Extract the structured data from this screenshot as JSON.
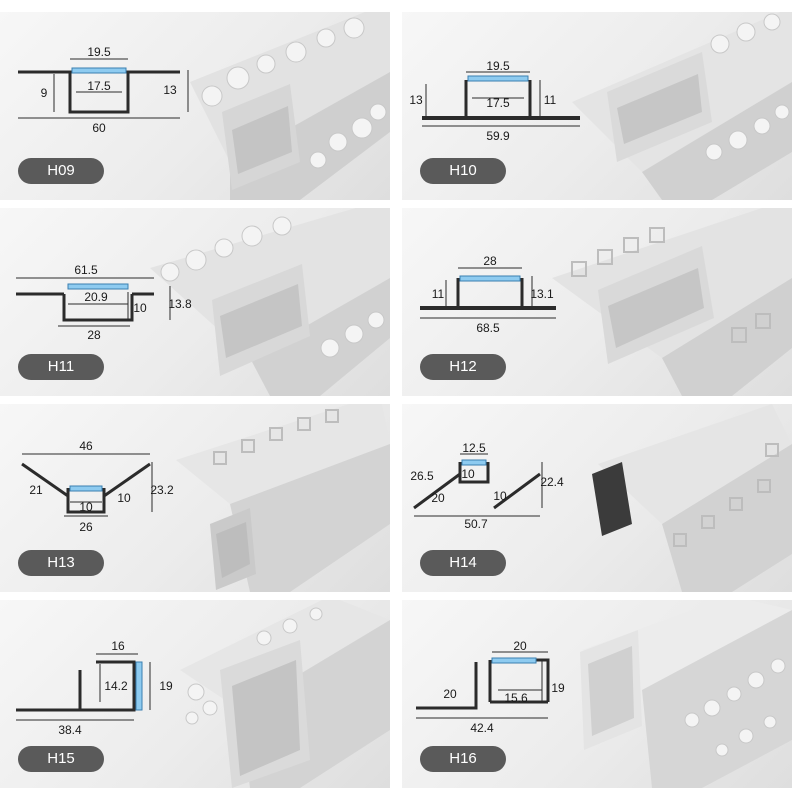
{
  "panels": [
    {
      "code": "H09",
      "dims": {
        "top": "19.5",
        "inner": "17.5",
        "left": "9",
        "right": "13",
        "bottom": "60"
      }
    },
    {
      "code": "H10",
      "dims": {
        "top": "19.5",
        "inner": "17.5",
        "left": "13",
        "right": "11",
        "bottom": "59.9"
      }
    },
    {
      "code": "H11",
      "dims": {
        "top": "61.5",
        "inner": "20.9",
        "right_inner": "10",
        "right": "13.8",
        "bottom": "28"
      }
    },
    {
      "code": "H12",
      "dims": {
        "top": "28",
        "left": "11",
        "right": "13.1",
        "bottom": "68.5"
      }
    },
    {
      "code": "H13",
      "dims": {
        "top": "46",
        "left": "21",
        "inner_l": "10",
        "inner_r": "10",
        "right": "23.2",
        "bottom": "26"
      }
    },
    {
      "code": "H14",
      "dims": {
        "top": "12.5",
        "inner_l": "10",
        "inner_r": "10",
        "left": "26.5",
        "left_low": "20",
        "right": "22.4",
        "bottom": "50.7"
      }
    },
    {
      "code": "H15",
      "dims": {
        "top": "16",
        "inner": "14.2",
        "right": "19",
        "bottom": "38.4"
      }
    },
    {
      "code": "H16",
      "dims": {
        "top": "20",
        "left": "20",
        "inner": "15.6",
        "right": "19",
        "bottom": "42.4"
      }
    }
  ]
}
